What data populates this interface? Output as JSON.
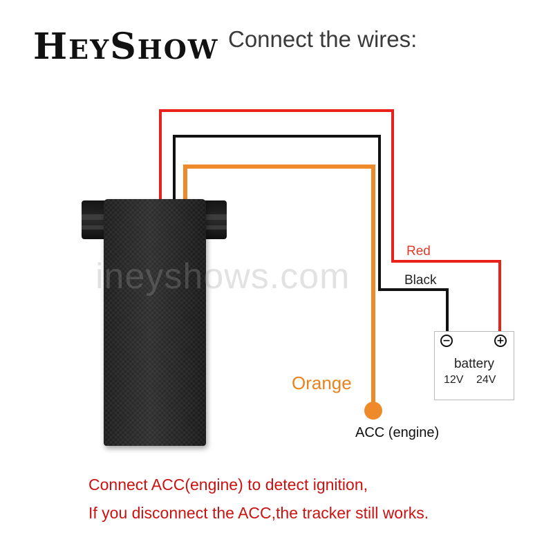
{
  "brand": {
    "first": "H",
    "first_rest": "EY",
    "second": "S",
    "second_rest": "HOW"
  },
  "heading": "Connect the wires:",
  "watermark": "ineyshows.com",
  "wires": {
    "red": {
      "label": "Red",
      "color": "#e8221b"
    },
    "black": {
      "label": "Black",
      "color": "#111111"
    },
    "orange": {
      "label": "Orange",
      "color": "#ef8a2b"
    }
  },
  "acc_label": "ACC (engine)",
  "battery": {
    "negative_symbol": "−",
    "positive_symbol": "+",
    "title": "battery",
    "voltage_1": "12V",
    "voltage_2": "24V"
  },
  "notes": [
    "Connect ACC(engine) to detect ignition,",
    "If you disconnect the ACC,the tracker still works."
  ]
}
